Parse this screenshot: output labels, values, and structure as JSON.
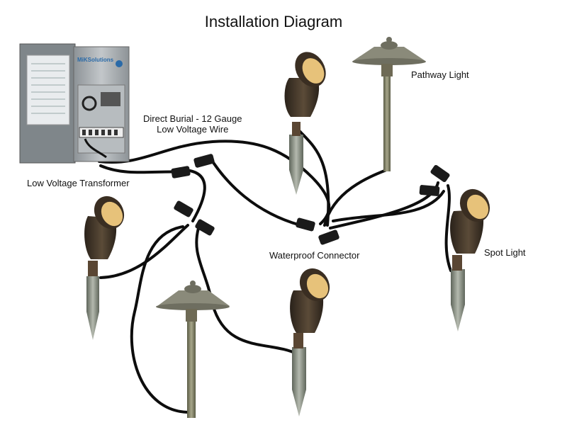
{
  "title": "Installation Diagram",
  "labels": {
    "transformer": "Low Voltage Transformer",
    "wire_line1": "Direct Burial - 12 Gauge",
    "wire_line2": "Low Voltage Wire",
    "pathway_light": "Pathway Light",
    "waterproof_connector": "Waterproof Connector",
    "spot_light": "Spot Light"
  },
  "brand_text": "MiKSolutions",
  "colors": {
    "wire": "#0d0d0d",
    "light_body": "#3e3326",
    "light_glow": "#e7c27a",
    "stake": "#7d8376",
    "transformer_case": "#9aa0a4"
  }
}
